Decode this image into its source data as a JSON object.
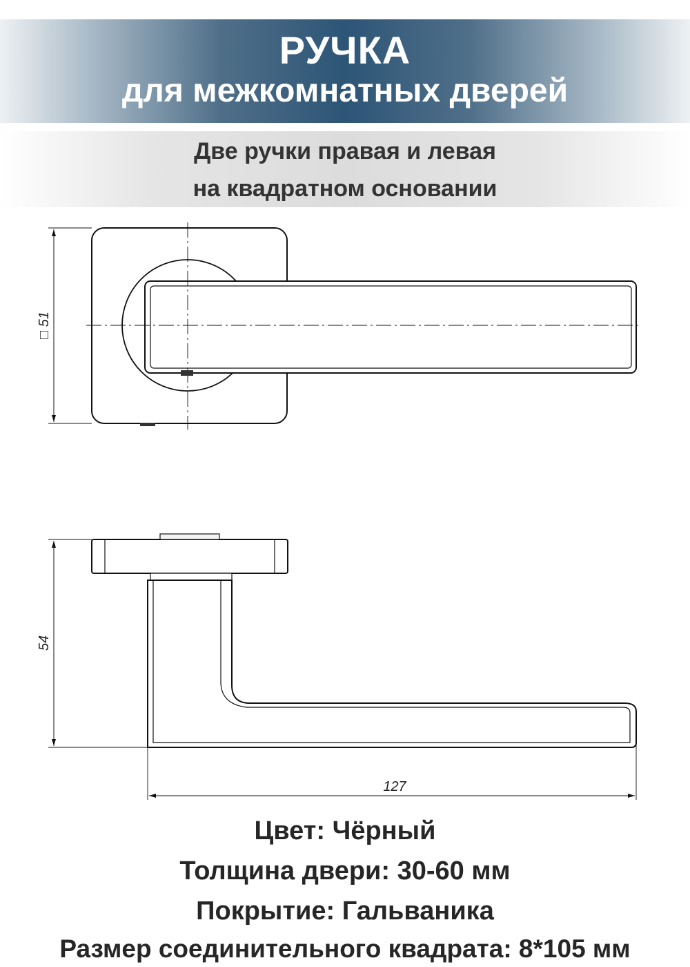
{
  "header": {
    "title": "РУЧКА",
    "subtitle": "для межкомнатных дверей"
  },
  "description": {
    "line1": "Две ручки правая и левая",
    "line2": "на квадратном основании"
  },
  "drawing": {
    "dim_width_square": "□ 51",
    "dim_height": "54",
    "dim_length": "127"
  },
  "specs": {
    "color": "Цвет: Чёрный",
    "door_thickness": "Толщина двери: 30-60 мм",
    "coating": "Покрытие: Гальваника",
    "spindle_size": "Размер соединительного квадрата: 8*105 мм"
  },
  "colors": {
    "header_accent": "#2d5576",
    "line_color": "#111111"
  }
}
